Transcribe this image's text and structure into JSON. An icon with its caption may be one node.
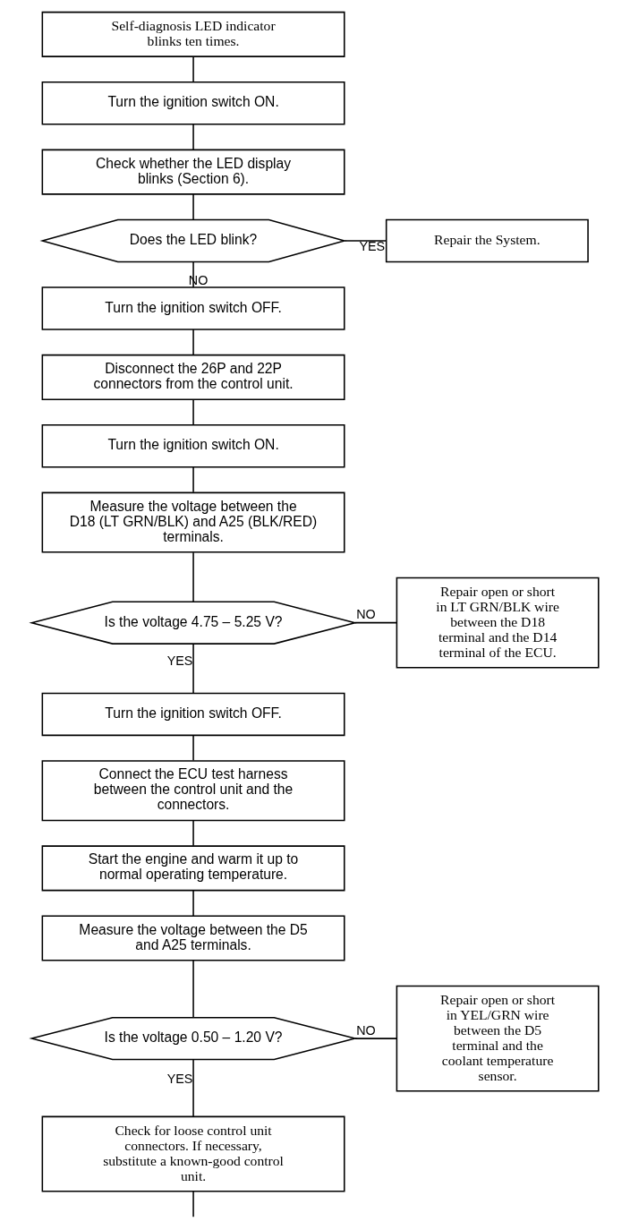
{
  "diagram": {
    "nodes": [
      {
        "text": [
          "Self-diagnosis LED indicator blinks ten times."
        ]
      },
      {
        "text": [
          "Turn the ignition switch ON."
        ]
      },
      {
        "text": [
          "Check whether the LED display blinks (Section 6)."
        ]
      },
      {
        "text": [
          "Does the LED blink?"
        ]
      },
      {
        "text": [
          "Repair the System."
        ]
      },
      {
        "text": [
          "Turn the ignition switch OFF."
        ]
      },
      {
        "text": [
          "Disconnect the 26P and 22P connectors from the control unit."
        ]
      },
      {
        "text": [
          "Turn the ignition switch ON."
        ]
      },
      {
        "text": [
          "Measure the voltage between the D18 (LT GRN/BLK) and A25 (BLK/RED) terminals."
        ]
      },
      {
        "text": [
          "Is the voltage 4.75 – 5.25 V?"
        ]
      },
      {
        "text": [
          "Repair open or short in LT GRN/BLK wire between the D18 terminal and the D14 terminal of the ECU."
        ]
      },
      {
        "text": [
          "Turn the ignition switch OFF."
        ]
      },
      {
        "text": [
          "Connect the ECU test harness between the control unit and the connectors."
        ]
      },
      {
        "text": [
          "Start the engine and warm it up to normal operating temperature."
        ]
      },
      {
        "text": [
          "Measure the voltage between the D5 and A25 terminals."
        ]
      },
      {
        "text": [
          "Is the voltage 0.50 – 1.20 V?"
        ]
      },
      {
        "text": [
          "Repair open or short in YEL/GRN wire between the D5 terminal and the coolant temperature sensor."
        ]
      },
      {
        "text": [
          "Check for loose control unit connectors. If necessary, substitute a known-good control unit."
        ]
      }
    ],
    "edges": [
      {
        "from": 0,
        "to": 1,
        "arrow": "none"
      },
      {
        "from": 1,
        "to": 2,
        "arrow": "none"
      },
      {
        "from": 2,
        "to": 3,
        "arrow": "none"
      },
      {
        "from": 3,
        "to": 4,
        "arrow": "none",
        "label": "YES"
      },
      {
        "from": 3,
        "to": 5,
        "arrow": "none",
        "label": "NO"
      },
      {
        "from": 5,
        "to": 6,
        "arrow": "none"
      },
      {
        "from": 6,
        "to": 7,
        "arrow": "none"
      },
      {
        "from": 7,
        "to": 8,
        "arrow": "none"
      },
      {
        "from": 8,
        "to": 9,
        "arrow": "none"
      },
      {
        "from": 9,
        "to": 10,
        "arrow": "none",
        "label": "NO"
      },
      {
        "from": 9,
        "to": 11,
        "arrow": "none",
        "label": "YES"
      },
      {
        "from": 11,
        "to": 12,
        "arrow": "none"
      },
      {
        "from": 12,
        "to": 13,
        "arrow": "none"
      },
      {
        "from": 13,
        "to": 14,
        "arrow": "none"
      },
      {
        "from": 14,
        "to": 15,
        "arrow": "none"
      },
      {
        "from": 15,
        "to": 16,
        "arrow": "none",
        "label": "NO"
      },
      {
        "from": 15,
        "to": 17,
        "arrow": "none",
        "label": "YES"
      },
      {
        "from": 17,
        "to": null,
        "arrow": "none"
      }
    ]
  }
}
